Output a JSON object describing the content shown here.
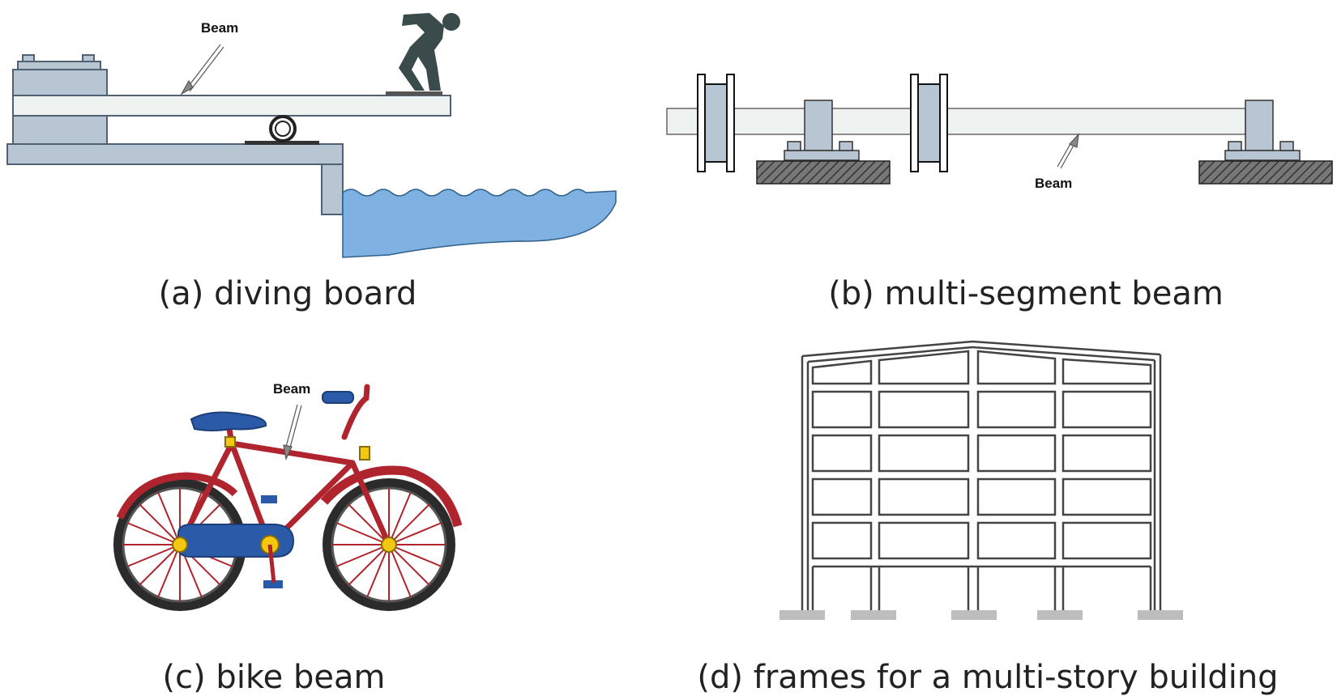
{
  "colors": {
    "steel": "#b8c6d4",
    "steel_dark": "#4f6172",
    "board": "#eef2f0",
    "water": "#7fb2e3",
    "hatch": "#444444",
    "bike_red": "#b0242e",
    "bike_blue": "#2a5aa8",
    "bike_yellow": "#f2c811",
    "frame_gray": "#555555",
    "footing": "#bdbdbd"
  },
  "panels": {
    "a": {
      "caption": "(a) diving board",
      "beam_label": "Beam"
    },
    "b": {
      "caption": "(b) multi-segment beam",
      "beam_label": "Beam"
    },
    "c": {
      "caption": "(c) bike beam",
      "beam_label": "Beam"
    },
    "d": {
      "caption": "(d) frames for a multi-story building"
    }
  }
}
